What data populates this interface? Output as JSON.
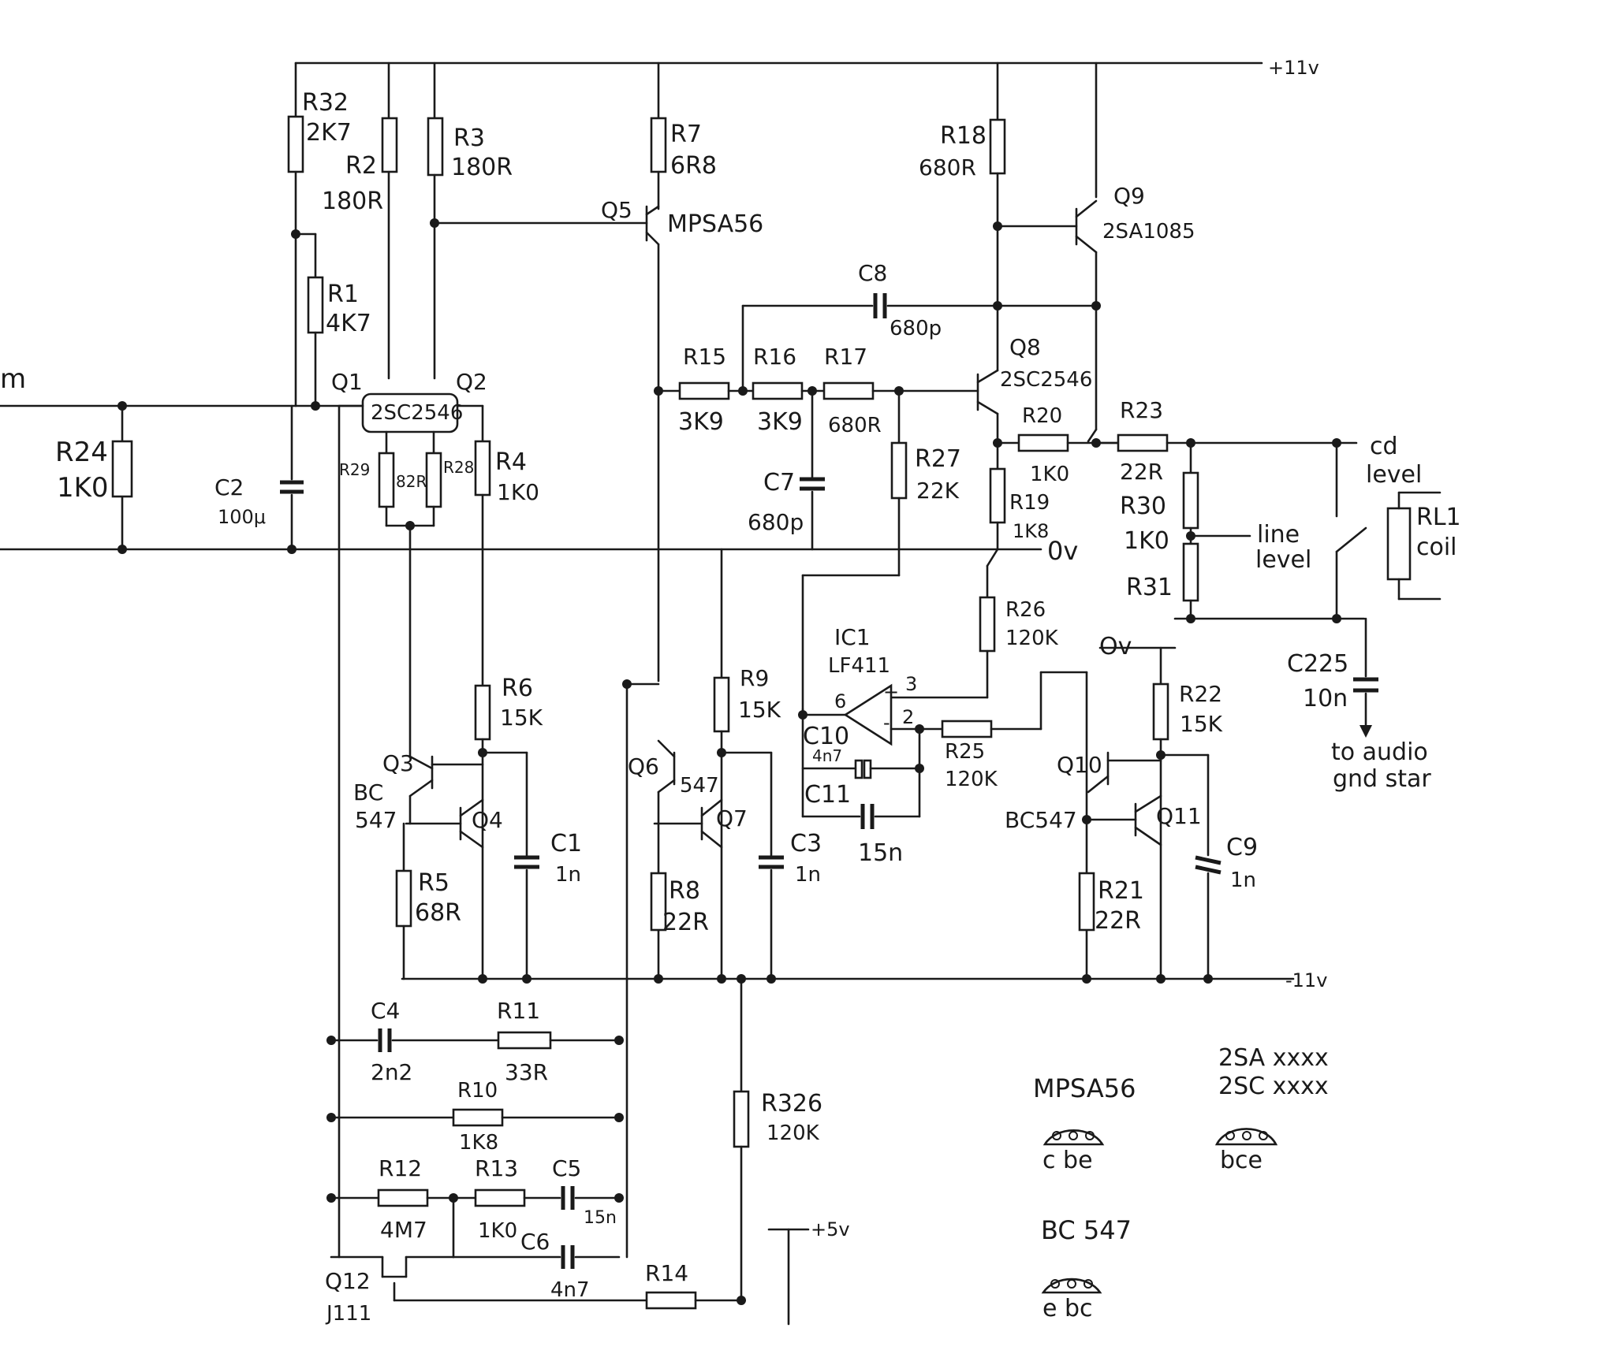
{
  "rails": {
    "pos": "+11v",
    "neg": "-11v",
    "zero": "0v",
    "plus5": "+5v",
    "zero_b": "Ov"
  },
  "labels": {
    "R32_ref": "R32",
    "R32_val": "2K7",
    "R2_ref": "R2",
    "R2_val": "180R",
    "R3_ref": "R3",
    "R3_val": "180R",
    "R1_ref": "R1",
    "R1_val": "4K7",
    "Q1": "Q1",
    "Q2": "Q2",
    "pair": "2SC2546",
    "R29": "R29",
    "R29_val": "82R",
    "R28": "R28",
    "R4_ref": "R4",
    "R4_val": "1K0",
    "R24_ref": "R24",
    "R24_val": "1K0",
    "C2_ref": "C2",
    "C2_val": "100μ",
    "R7_ref": "R7",
    "R7_val": "6R8",
    "Q5": "Q5",
    "Q5_type": "MPSA56",
    "R18_ref": "R18",
    "R18_val": "680R",
    "Q9": "Q9",
    "Q9_type": "2SA1085",
    "C8_ref": "C8",
    "C8_val": "680p",
    "Q8": "Q8",
    "Q8_type": "2SC2546",
    "R15_ref": "R15",
    "R15_val": "3K9",
    "R16_ref": "R16",
    "R16_val": "3K9",
    "R17_ref": "R17",
    "R17_val": "680R",
    "R20_ref": "R20",
    "R20_val": "1K0",
    "R23_ref": "R23",
    "R23_val": "22R",
    "cd": "cd",
    "level1": "level",
    "R30_ref": "R30",
    "R30_val": "1K0",
    "R31_ref": "R31",
    "line": "line",
    "level2": "level",
    "RL1": "RL1",
    "coil": "coil",
    "C7_ref": "C7",
    "C7_val": "680p",
    "R27_ref": "R27",
    "R27_val": "22K",
    "R19_ref": "R19",
    "R19_val": "1K8",
    "R26_ref": "R26",
    "R26_val": "120K",
    "IC1_ref": "IC1",
    "IC1_type": "LF411",
    "pin6": "6",
    "pin3": "3",
    "pin2": "2",
    "C10_ref": "C10",
    "C10_val": "4n7",
    "C11_ref": "C11",
    "C11_val": "15n",
    "R25_ref": "R25",
    "R25_val": "120K",
    "R22_ref": "R22",
    "R22_val": "15K",
    "Q10": "Q10",
    "Q11": "Q11",
    "bc547_right": "BC547",
    "C9_ref": "C9",
    "C9_val": "1n",
    "R21_ref": "R21",
    "R21_val": "22R",
    "C225_ref": "C225",
    "C225_val": "10n",
    "to_audio": "to audio",
    "gnd_star": "gnd star",
    "R6_ref": "R6",
    "R6_val": "15K",
    "Q3": "Q3",
    "bc": "BC",
    "n547": "547",
    "Q4": "Q4",
    "C1_ref": "C1",
    "C1_val": "1n",
    "R5_ref": "R5",
    "R5_val": "68R",
    "R9_ref": "R9",
    "R9_val": "15K",
    "Q6": "Q6",
    "n547b": "547",
    "Q7": "Q7",
    "C3_ref": "C3",
    "C3_val": "1n",
    "R8_ref": "R8",
    "R8_val": "22R",
    "C4_ref": "C4",
    "C4_val": "2n2",
    "R11_ref": "R11",
    "R11_val": "33R",
    "R10_ref": "R10",
    "R10_val": "1K8",
    "R12_ref": "R12",
    "R12_val": "4M7",
    "R13_ref": "R13",
    "R13_val": "1K0",
    "C5_ref": "C5",
    "C5_val": "15n",
    "C6_ref": "C6",
    "C6_val": "4n7",
    "Q12": "Q12",
    "Q12_type": "J111",
    "R14_ref": "R14",
    "R326_ref": "R326",
    "R326_val": "120K",
    "pin_mpsa": "MPSA56",
    "pin_mpsa_legs": "c be",
    "pin_2sa": "2SA xxxx",
    "pin_2sc": "2SC xxxx",
    "pin_2s_legs": "bce",
    "pin_bc": "BC 547",
    "pin_bc_legs": "e bc",
    "edge_m": "m"
  }
}
